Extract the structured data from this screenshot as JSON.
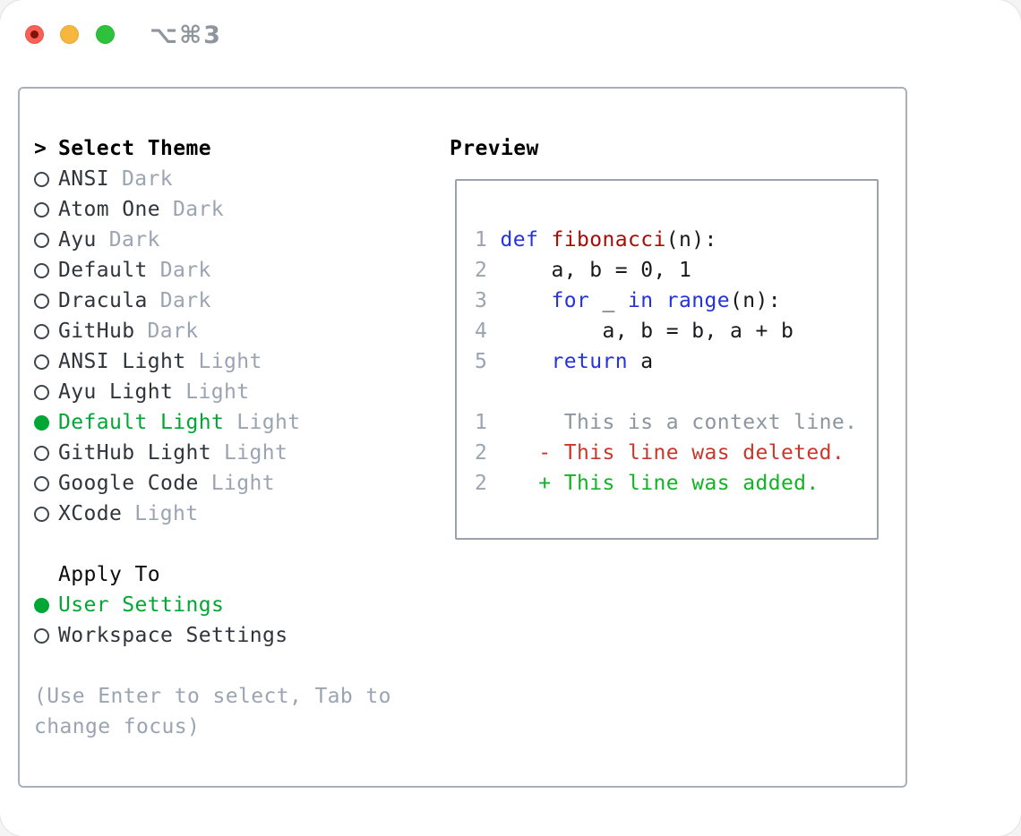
{
  "window": {
    "title": "⌥⌘3"
  },
  "theme_picker": {
    "cursor": ">",
    "title": "Select Theme",
    "items": [
      {
        "label": "ANSI",
        "tag": "Dark",
        "selected": false
      },
      {
        "label": "Atom One",
        "tag": "Dark",
        "selected": false
      },
      {
        "label": "Ayu",
        "tag": "Dark",
        "selected": false
      },
      {
        "label": "Default",
        "tag": "Dark",
        "selected": false
      },
      {
        "label": "Dracula",
        "tag": "Dark",
        "selected": false
      },
      {
        "label": "GitHub",
        "tag": "Dark",
        "selected": false
      },
      {
        "label": "ANSI Light",
        "tag": "Light",
        "selected": false
      },
      {
        "label": "Ayu Light",
        "tag": "Light",
        "selected": false
      },
      {
        "label": "Default Light",
        "tag": "Light",
        "selected": true
      },
      {
        "label": "GitHub Light",
        "tag": "Light",
        "selected": false
      },
      {
        "label": "Google Code",
        "tag": "Light",
        "selected": false
      },
      {
        "label": "XCode",
        "tag": "Light",
        "selected": false
      }
    ]
  },
  "apply_to": {
    "label": "Apply To",
    "options": [
      {
        "label": "User Settings",
        "selected": true
      },
      {
        "label": "Workspace Settings",
        "selected": false
      }
    ]
  },
  "hint": "(Use Enter to select, Tab to change focus)",
  "preview": {
    "title": "Preview",
    "code_lines": [
      {
        "num": "1",
        "segments": [
          {
            "text": "def",
            "style": "kw"
          },
          {
            "text": " ",
            "style": "plain"
          },
          {
            "text": "fibonacci",
            "style": "fn"
          },
          {
            "text": "(n):",
            "style": "plain"
          }
        ]
      },
      {
        "num": "2",
        "segments": [
          {
            "text": "    a, b = 0, 1",
            "style": "plain"
          }
        ]
      },
      {
        "num": "3",
        "segments": [
          {
            "text": "    ",
            "style": "plain"
          },
          {
            "text": "for",
            "style": "kw"
          },
          {
            "text": " _ ",
            "style": "plain"
          },
          {
            "text": "in",
            "style": "kw"
          },
          {
            "text": " ",
            "style": "plain"
          },
          {
            "text": "range",
            "style": "kw"
          },
          {
            "text": "(n):",
            "style": "plain"
          }
        ]
      },
      {
        "num": "4",
        "segments": [
          {
            "text": "        a, b = b, a + b",
            "style": "plain"
          }
        ]
      },
      {
        "num": "5",
        "segments": [
          {
            "text": "    ",
            "style": "plain"
          },
          {
            "text": "return",
            "style": "kw"
          },
          {
            "text": " a",
            "style": "plain"
          }
        ]
      },
      {
        "num": "",
        "segments": []
      },
      {
        "num": "1",
        "segments": [
          {
            "text": "     This is a context line.",
            "style": "context"
          }
        ]
      },
      {
        "num": "2",
        "segments": [
          {
            "text": "   - This line was deleted.",
            "style": "deleted"
          }
        ]
      },
      {
        "num": "2",
        "segments": [
          {
            "text": "   + This line was added.",
            "style": "added"
          }
        ]
      }
    ]
  },
  "colors": {
    "accent_green": "#00a734",
    "keyword_blue": "#2433dd",
    "function_red": "#a80d05",
    "diff_red": "#c9372b",
    "diff_added_green": "#12b325",
    "muted_gray": "#9ba4b2",
    "context_gray": "#8d959e",
    "text_dark": "#30353c"
  }
}
